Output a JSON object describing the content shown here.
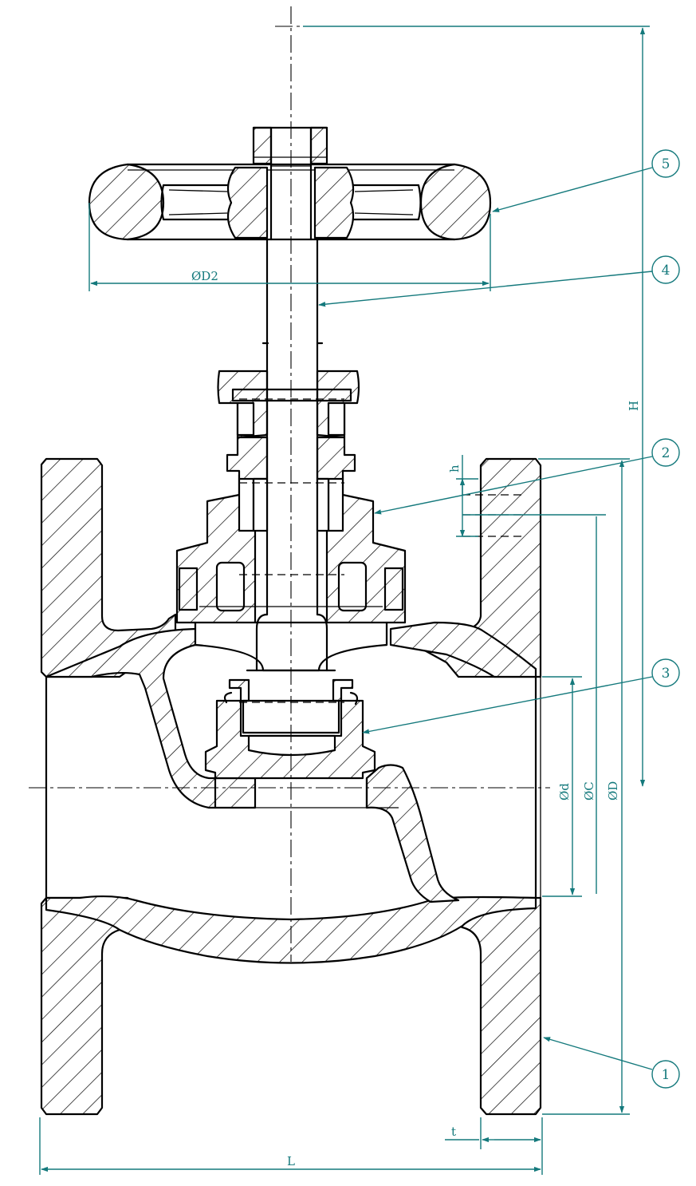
{
  "dimensions": {
    "handwheel_diameter": "ØD2",
    "height": "H",
    "flange_outer_diameter": "ØD",
    "bolt_circle_diameter": "ØC",
    "bore_diameter": "Ød",
    "raised_face_height": "h",
    "flange_thickness": "t",
    "face_to_face_length": "L"
  },
  "balloons": [
    "1",
    "2",
    "3",
    "4",
    "5"
  ],
  "colors": {
    "dimension": "#14797c",
    "line": "#000000",
    "background": "#ffffff"
  }
}
